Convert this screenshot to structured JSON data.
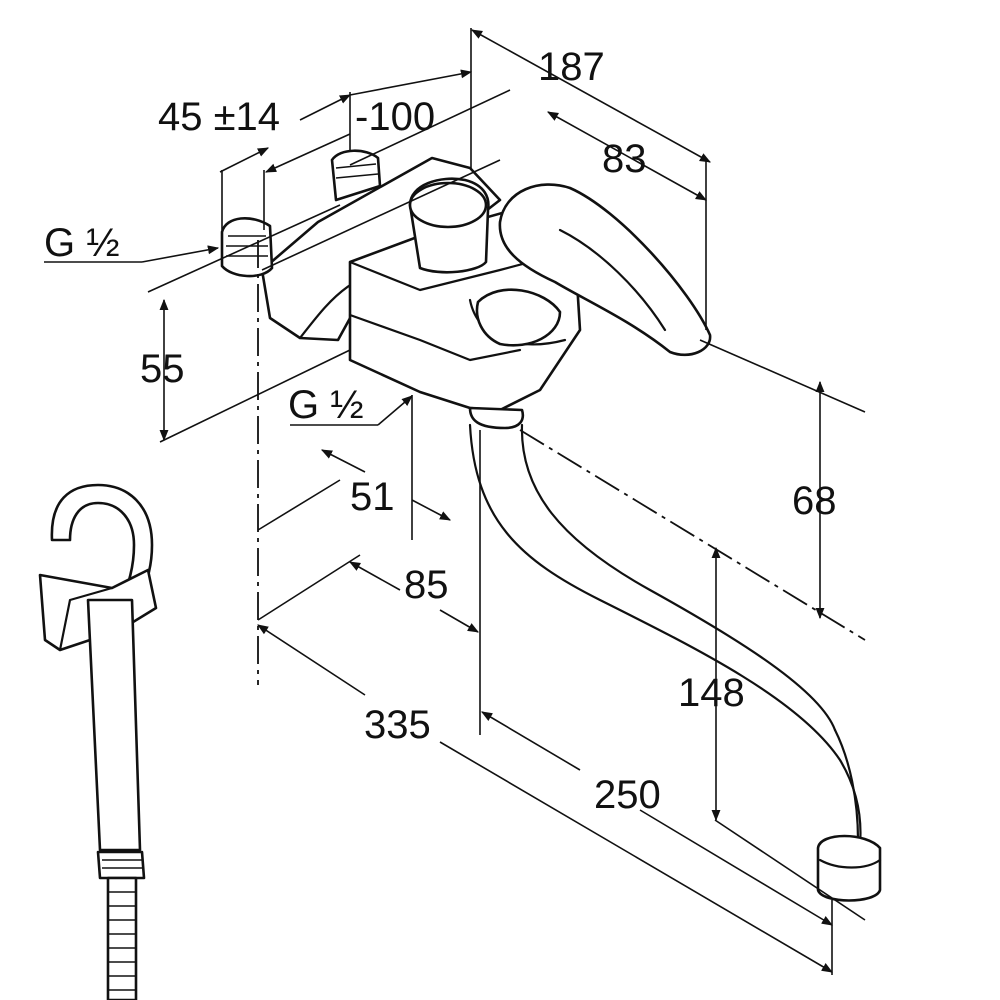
{
  "dimensions": {
    "d187": "187",
    "d83": "83",
    "d45": "45 ±14",
    "d100": "-100",
    "thread_top": "G ½",
    "thread_bottom": "G ½",
    "d55": "55",
    "d51": "51",
    "d85": "85",
    "d68": "68",
    "d148": "148",
    "d335": "335",
    "d250": "250"
  }
}
